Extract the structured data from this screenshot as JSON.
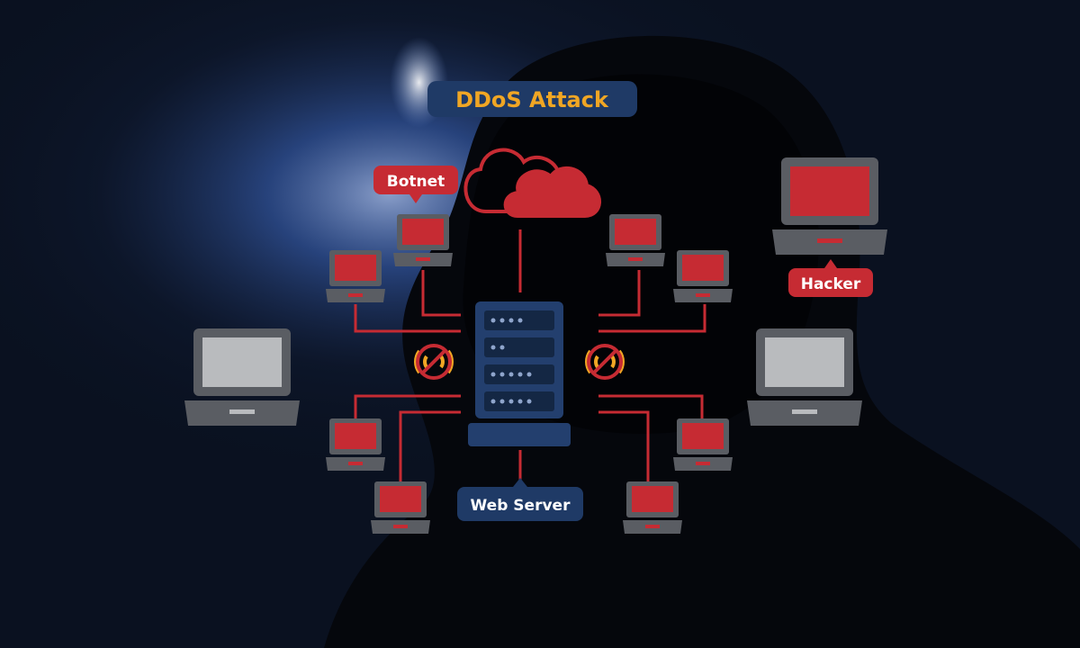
{
  "diagram": {
    "title": "DDoS Attack",
    "labels": {
      "botnet": "Botnet",
      "hacker": "Hacker",
      "web_server": "Web Server"
    }
  },
  "colors": {
    "background_dark": "#0b1322",
    "glow_blue": "#3a63b8",
    "hood": "#04060b",
    "red": "#c62b33",
    "gray_device": "#5a5d63",
    "gray_screen": "#b9bbbe",
    "navy": "#1f3a66",
    "title_orange": "#f0a624",
    "label_white": "#ffffff"
  },
  "icons": {
    "cloud": "cloud-icon",
    "server": "server-icon",
    "no_signal": "no-signal-icon",
    "laptop": "laptop-icon"
  }
}
